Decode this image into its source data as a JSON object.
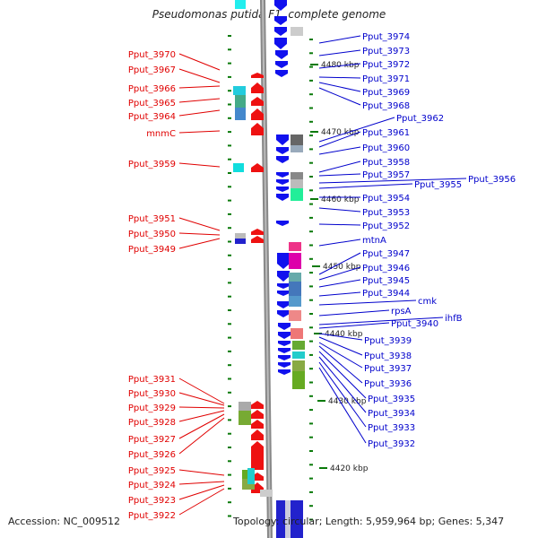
{
  "title": "Pseudomonas putida F1, complete genome",
  "accession": "Accession: NC_009512",
  "topology": "Topology: circular; Length: 5,959,964 bp; Genes: 5,347",
  "colors": {
    "left_label": "#e00000",
    "right_label": "#0000cc",
    "forward_strand": "#ee1111",
    "reverse_strand": "#1111ee",
    "backbone": "#808080",
    "tick": "#0a7a0a"
  },
  "kbp_labels": [
    "4480 kbp",
    "4470 kbp",
    "4460 kbp",
    "4450 kbp",
    "4440 kbp",
    "4430 kbp",
    "4420 kbp"
  ],
  "left_labels": [
    "Pput_3970",
    "Pput_3967",
    "Pput_3966",
    "Pput_3965",
    "Pput_3964",
    "mnmC",
    "Pput_3959",
    "Pput_3951",
    "Pput_3950",
    "Pput_3949",
    "Pput_3931",
    "Pput_3930",
    "Pput_3929",
    "Pput_3928",
    "Pput_3927",
    "Pput_3926",
    "Pput_3925",
    "Pput_3924",
    "Pput_3923",
    "Pput_3922"
  ],
  "right_labels": [
    "Pput_3974",
    "Pput_3973",
    "Pput_3972",
    "Pput_3971",
    "Pput_3969",
    "Pput_3968",
    "Pput_3962",
    "Pput_3961",
    "Pput_3960",
    "Pput_3958",
    "Pput_3957",
    "Pput_3956",
    "Pput_3955",
    "Pput_3954",
    "Pput_3953",
    "Pput_3952",
    "mtnA",
    "Pput_3947",
    "Pput_3946",
    "Pput_3945",
    "Pput_3944",
    "cmk",
    "rpsA",
    "ihfB",
    "Pput_3940",
    "Pput_3939",
    "Pput_3938",
    "Pput_3937",
    "Pput_3936",
    "Pput_3935",
    "Pput_3934",
    "Pput_3933",
    "Pput_3932"
  ]
}
